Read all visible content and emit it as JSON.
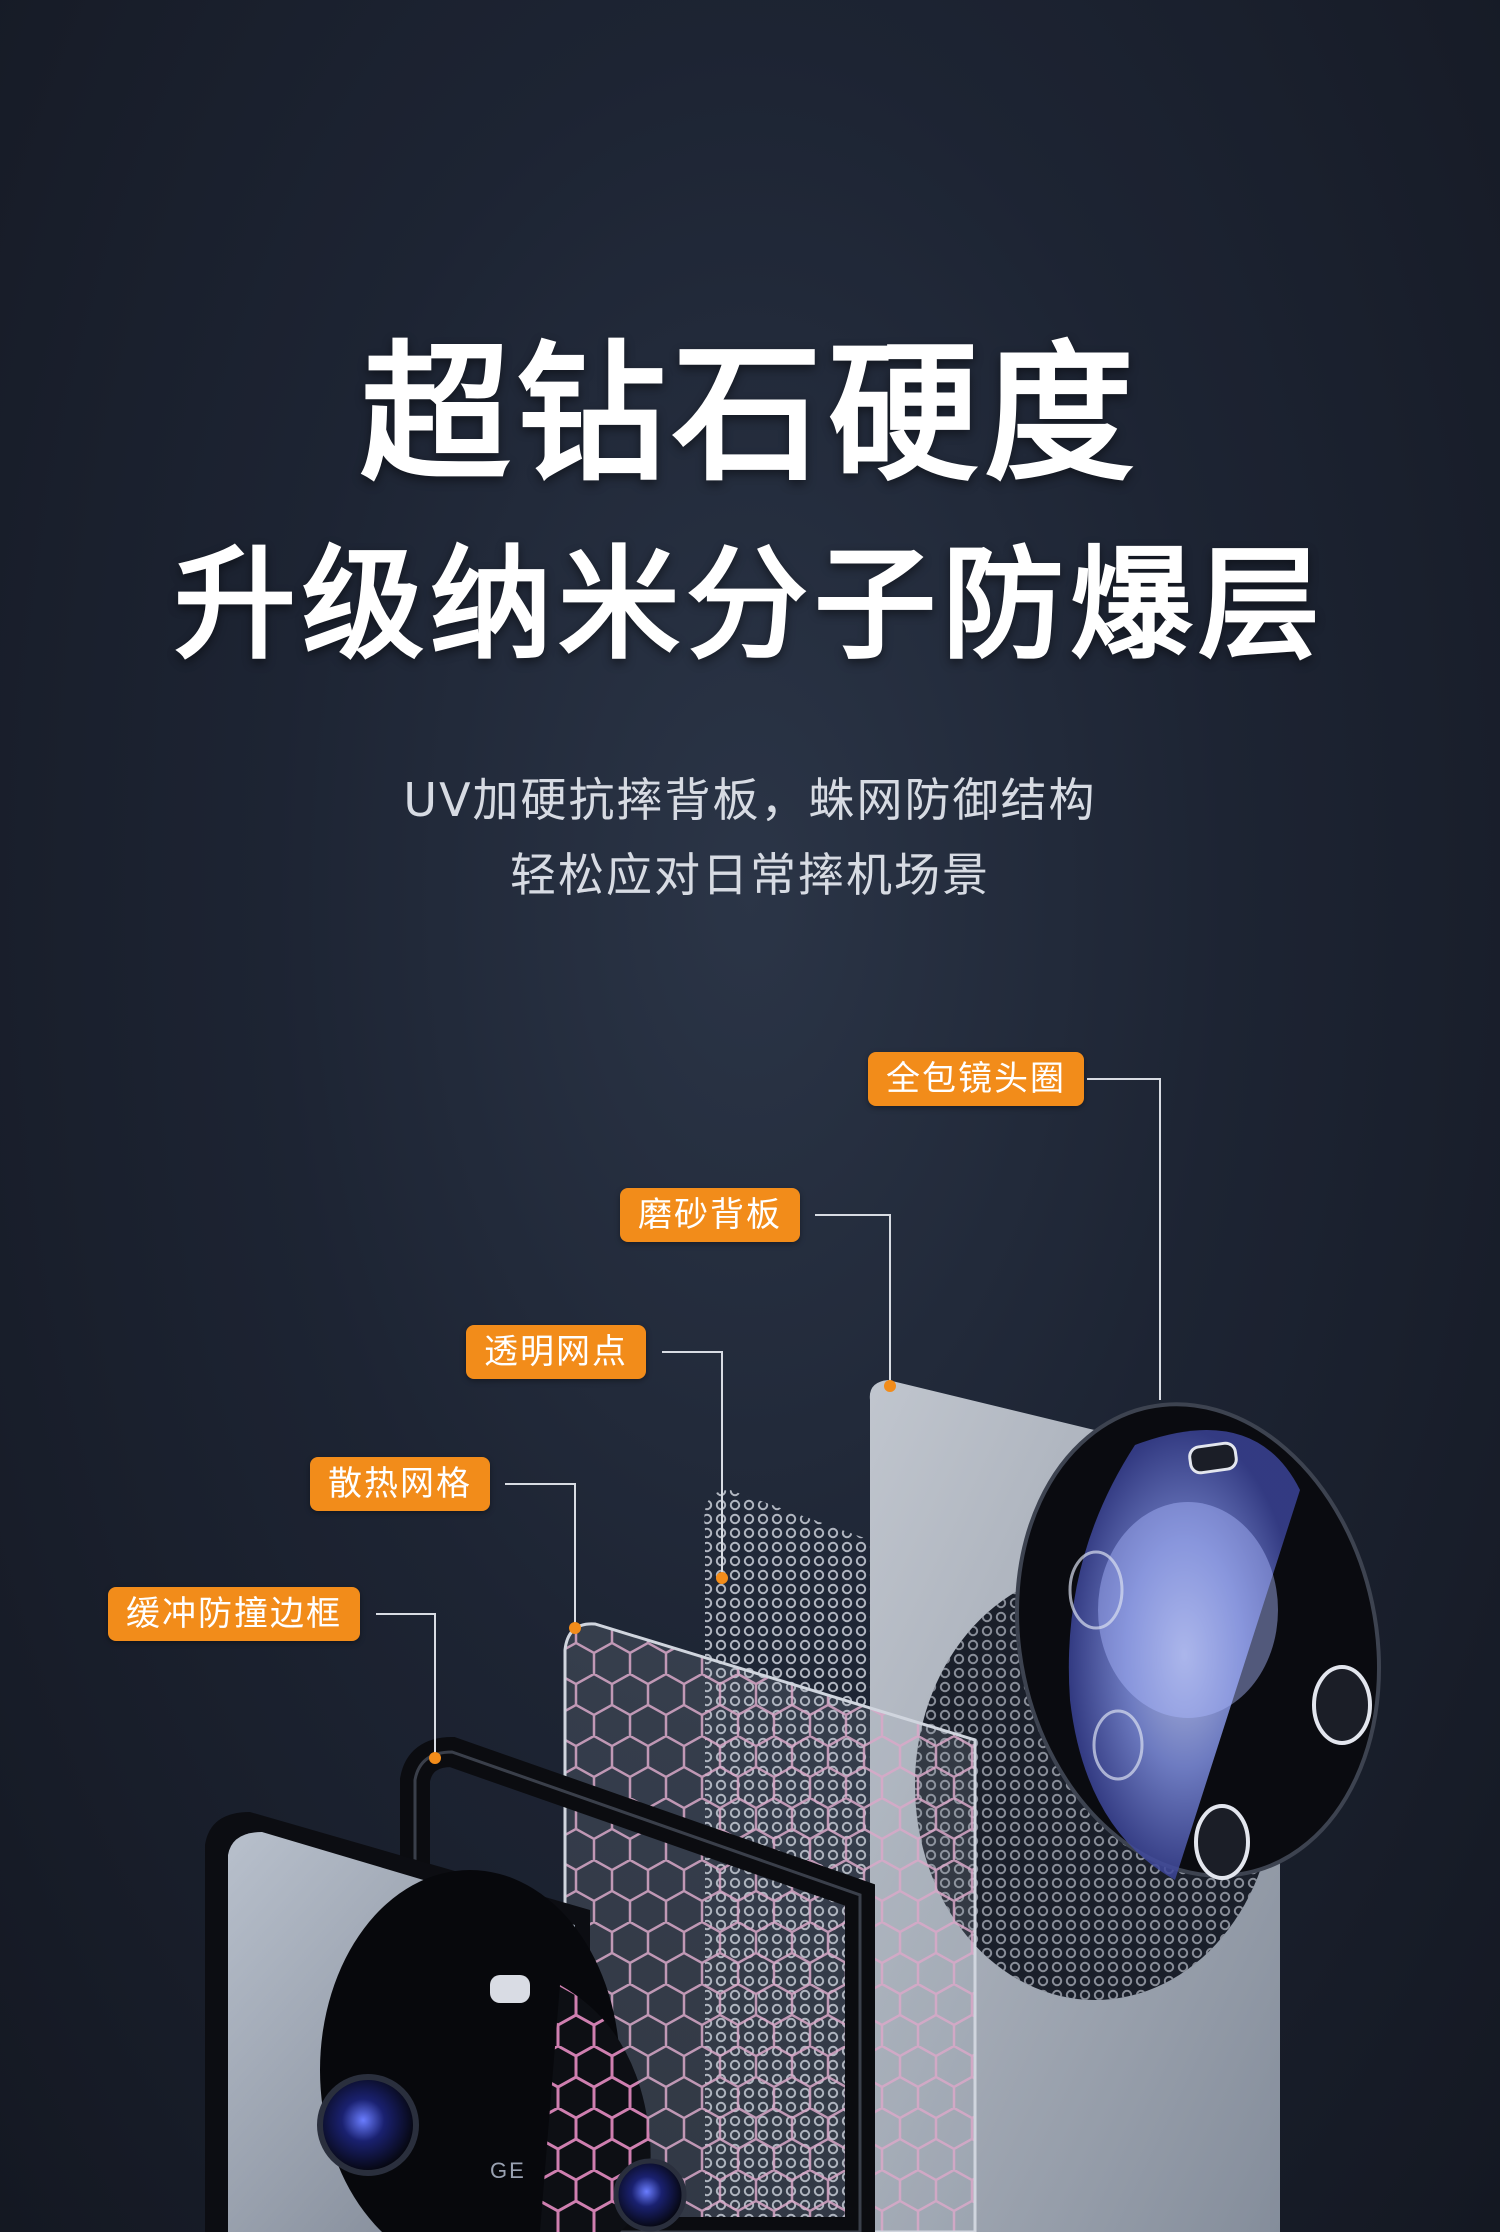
{
  "headline": {
    "line1": "超钻石硬度",
    "line2": "升级纳米分子防爆层"
  },
  "subheadline": {
    "line1": "UV加硬抗摔背板，蛛网防御结构",
    "line2": "轻松应对日常摔机场景"
  },
  "labels": {
    "lens_ring": "全包镜头圈",
    "frosted_back": "磨砂背板",
    "clear_dots": "透明网点",
    "heat_grid": "散热网格",
    "bumper_frame": "缓冲防撞边框"
  },
  "phone_brand_text": "GE",
  "colors": {
    "tag_bg": "#f28c1a",
    "background": "#1d2433",
    "leader_line": "#d8dce3"
  }
}
